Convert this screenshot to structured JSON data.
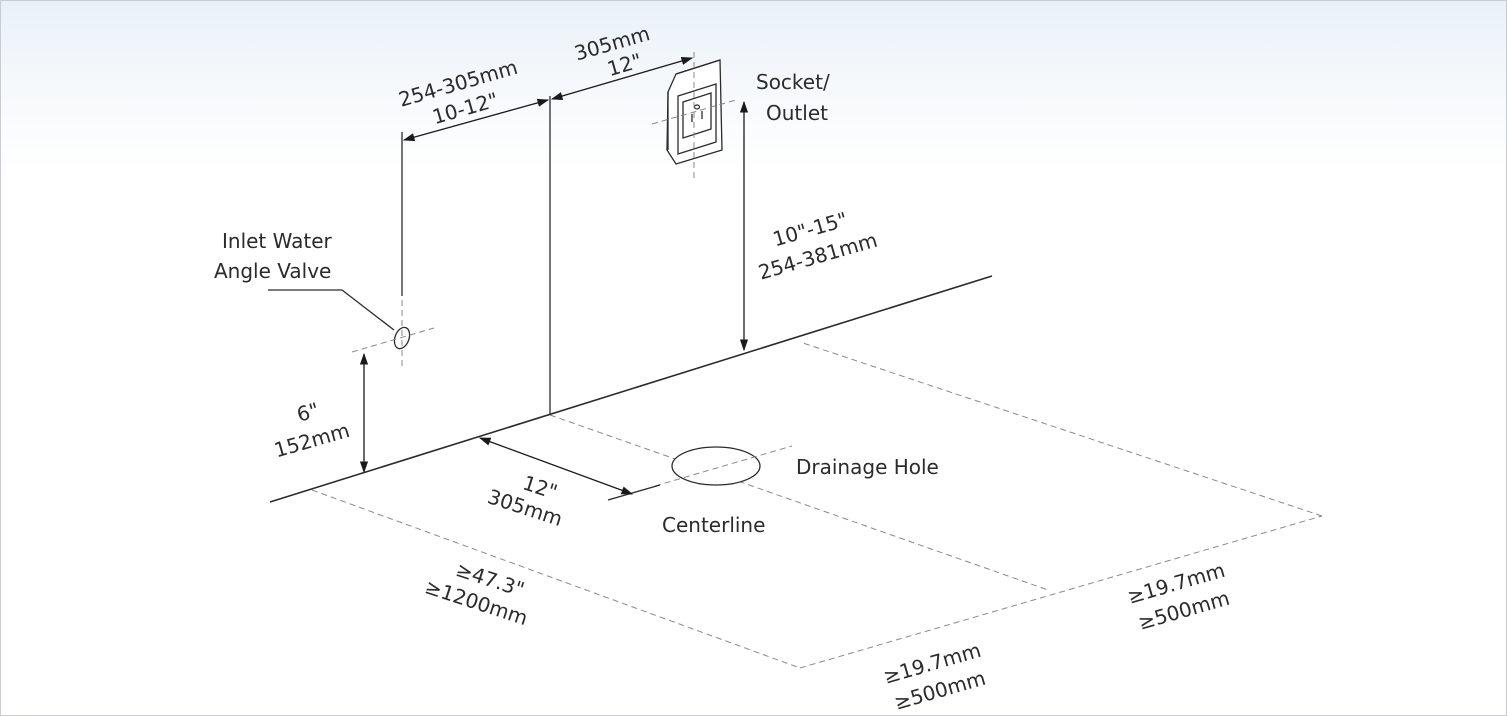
{
  "labels": {
    "socket_line1": "Socket/",
    "socket_line2": "Outlet",
    "inlet_line1": "Inlet Water",
    "inlet_line2": "Angle Valve",
    "drainage": "Drainage Hole",
    "centerline": "Centerline"
  },
  "dimensions": {
    "valve_to_center_mm": "254-305mm",
    "valve_to_center_in": "10-12\"",
    "center_to_socket_mm": "305mm",
    "center_to_socket_in": "12\"",
    "socket_height_in": "10\"-15\"",
    "socket_height_mm": "254-381mm",
    "valve_height_in": "6\"",
    "valve_height_mm": "152mm",
    "drain_from_wall_in": "12\"",
    "drain_from_wall_mm": "305mm",
    "floor_length_in": "≥47.3\"",
    "floor_length_mm": "≥1200mm",
    "floor_depth_front_in": "≥19.7mm",
    "floor_depth_front_mm": "≥500mm",
    "floor_depth_right_in": "≥19.7mm",
    "floor_depth_right_mm": "≥500mm"
  }
}
